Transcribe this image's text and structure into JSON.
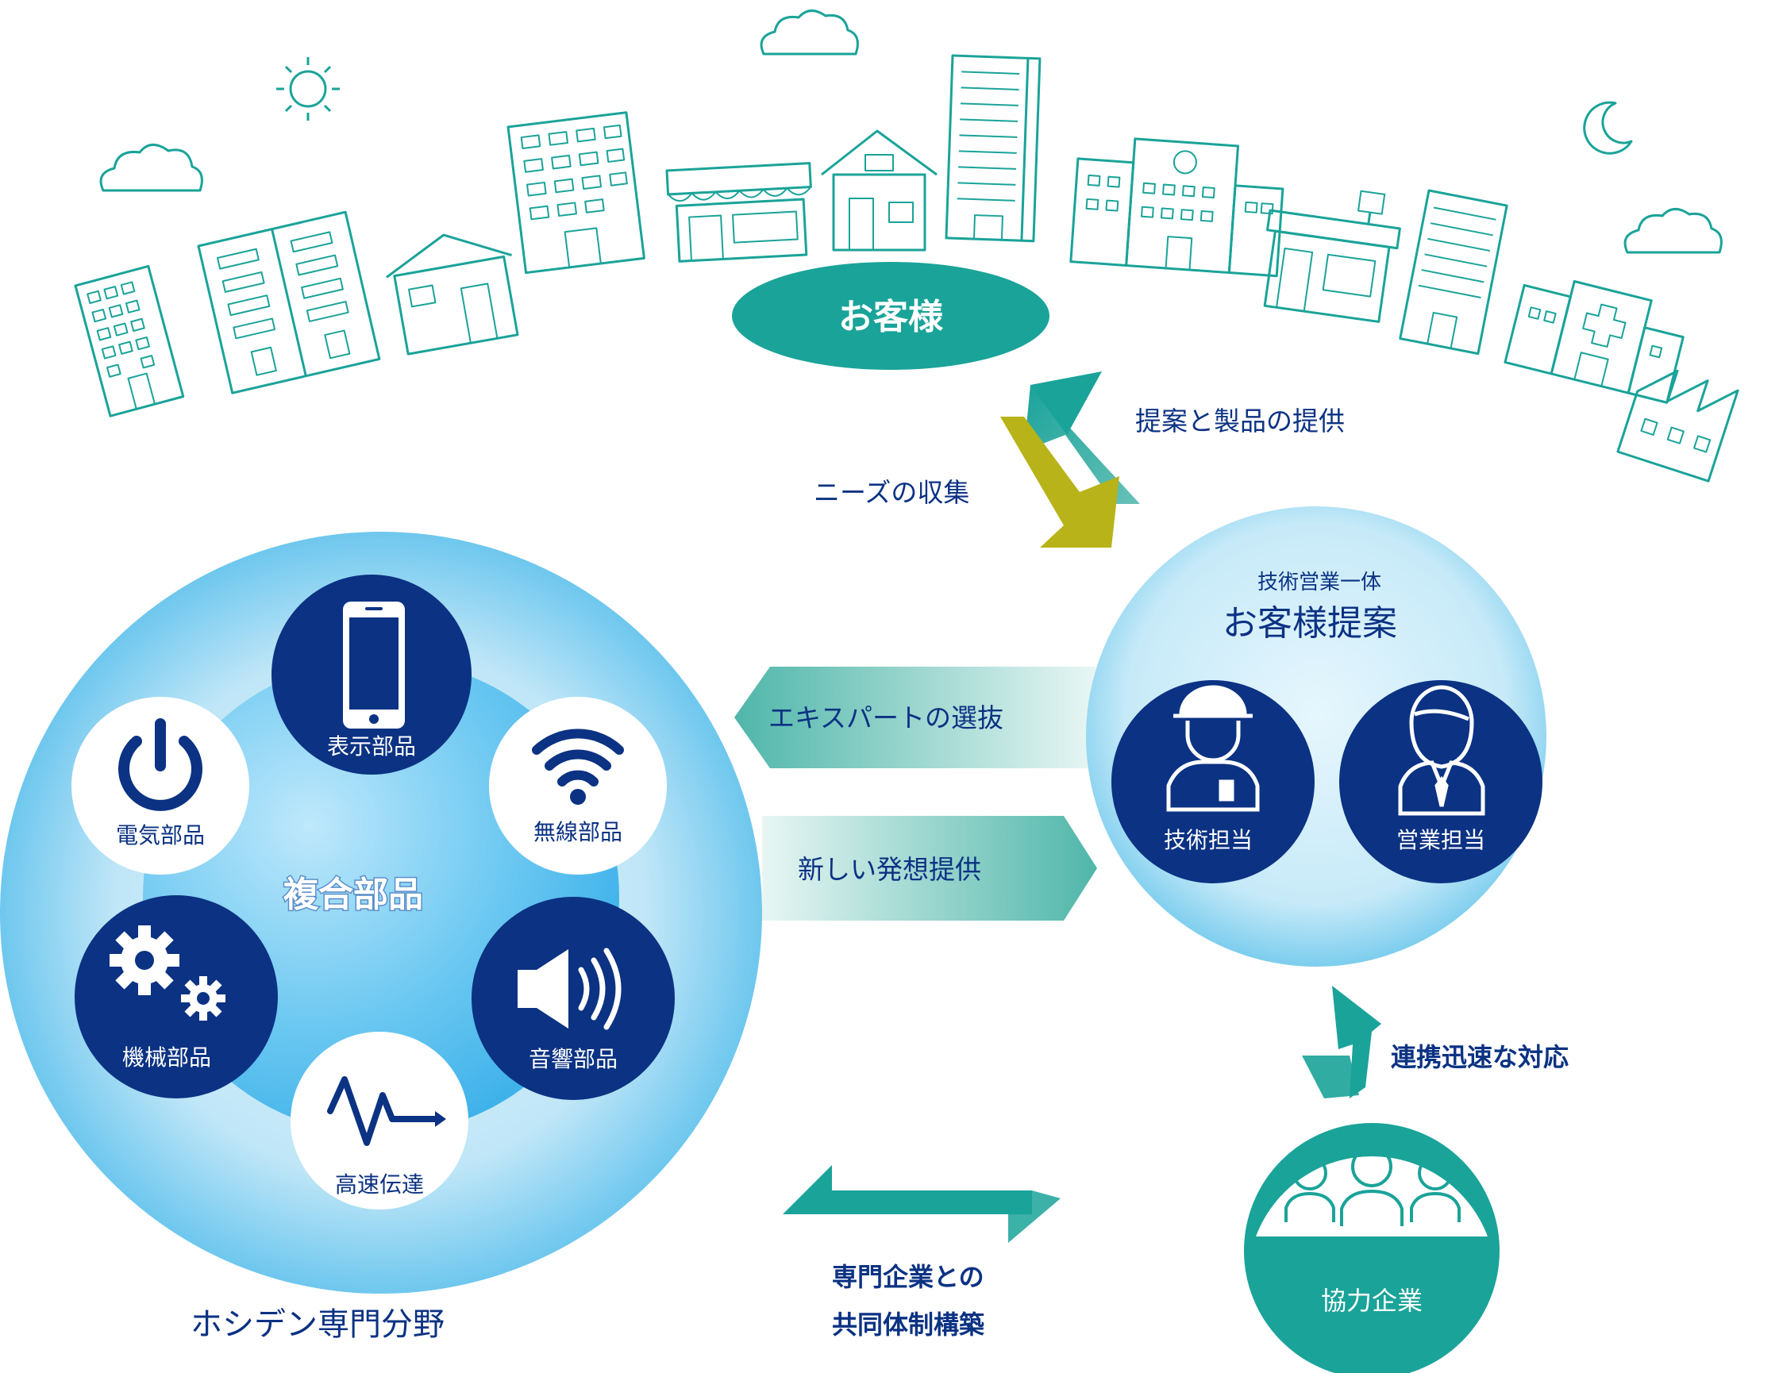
{
  "customer": {
    "label": "お客様"
  },
  "arrows_top": {
    "proposal": "提案と製品の提供",
    "needs": "ニーズの収集"
  },
  "proposal_circle": {
    "subtitle": "技術営業一体",
    "title": "お客様提案",
    "tech": "技術担当",
    "sales": "営業担当"
  },
  "middle_arrows": {
    "expert": "エキスパートの選抜",
    "new_idea": "新しい発想提供"
  },
  "components": {
    "center": "複合部品",
    "display": "表示部品",
    "wireless": "無線部品",
    "electrical": "電気部品",
    "mechanical": "機械部品",
    "acoustic": "音響部品",
    "highspeed": "高速伝達"
  },
  "domain_label": "ホシデン専門分野",
  "cooperation": {
    "rapid": "連携迅速な対応",
    "partner": "協力企業",
    "joint_line1": "専門企業との",
    "joint_line2": "共同体制構築"
  },
  "colors": {
    "teal": "#1aa399",
    "navy": "#0b3283",
    "olive": "#b7b319",
    "light_blue": "#bfe6f7"
  }
}
